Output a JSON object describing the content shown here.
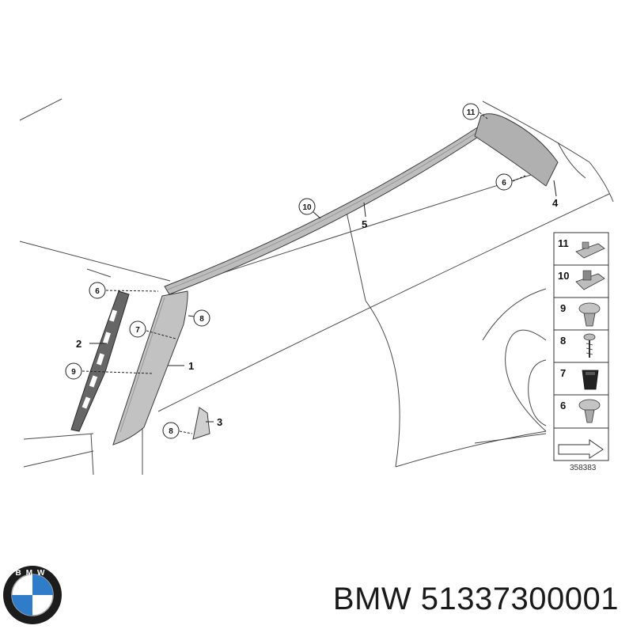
{
  "diagram": {
    "callouts": {
      "c11_top": "11",
      "c6_top": "6",
      "c10_top": "10",
      "c6_left": "6",
      "c7": "7",
      "c8_right": "8",
      "c9": "9",
      "c8_bottom": "8"
    },
    "part_labels": {
      "p4": "4",
      "p5": "5",
      "p2": "2",
      "p1": "1",
      "p3": "3"
    },
    "legend": [
      "11",
      "10",
      "9",
      "8",
      "7",
      "6"
    ],
    "diagram_number": "358383"
  },
  "footer": {
    "brand_text": "BMW 51337300001",
    "logo_letters": "BMW"
  },
  "colors": {
    "line": "#3a3a3a",
    "trim_fill": "#bdbdbd",
    "trim_dark": "#8f8f8f",
    "logo_blue": "#2f7dc8",
    "logo_ring": "#1c1c1c"
  }
}
